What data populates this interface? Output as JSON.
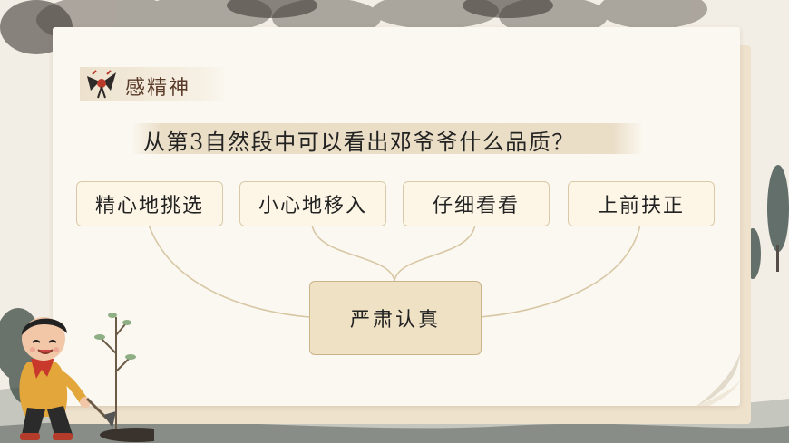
{
  "section_tag": {
    "label": "感精神",
    "icon": "kite-icon"
  },
  "question": "从第3自然段中可以看出邓爷爷什么品质？",
  "qualities": [
    "精心地挑选",
    "小心地移入",
    "仔细看看",
    "上前扶正"
  ],
  "summary": "严肃认真",
  "colors": {
    "card": "#fbf8f1",
    "tag_text": "#5a3a28",
    "box_border": "#d9c9a8",
    "summary_fill": "#efe1c4",
    "connector": "#d8c7a5"
  }
}
